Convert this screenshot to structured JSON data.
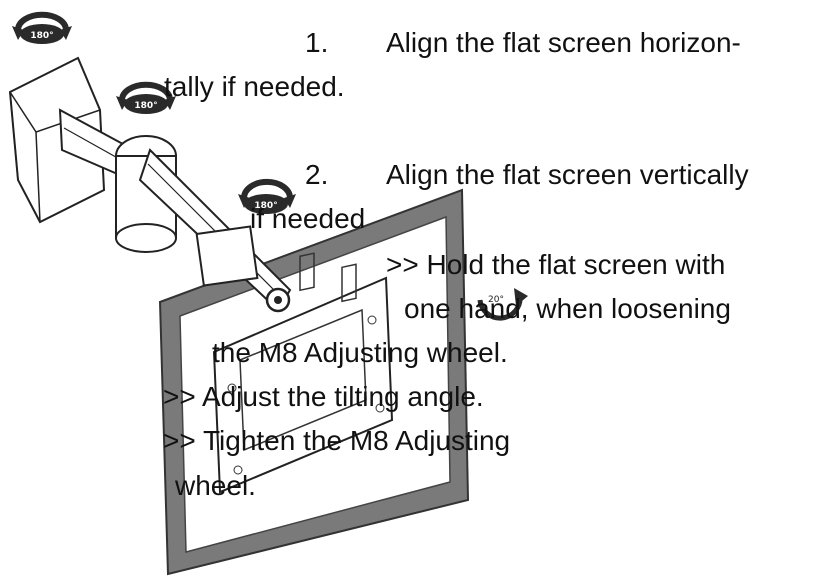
{
  "steps": [
    {
      "number": "1.",
      "line1": "Align the flat screen horizon-",
      "line2": "tally if needed."
    },
    {
      "number": "2.",
      "line1": "Align the flat screen vertically",
      "line2": "if needed"
    }
  ],
  "sub_steps": {
    "hold_line1": ">>  Hold the flat screen with",
    "hold_line2": "one hand, when loosening",
    "hold_line3": "the M8 Adjusting wheel.",
    "adjust": ">> Adjust the tilting angle.",
    "tighten_line1": ">> Tighten the M8 Adjusting",
    "tighten_line2": "wheel."
  },
  "rotation_badges": {
    "top_left": "180°",
    "middle": "180°",
    "lower": "180°",
    "tilt": "20°"
  },
  "colors": {
    "ink": "#111111",
    "screen_frame": "#7a7a7a",
    "badge": "#2a2a2a"
  }
}
